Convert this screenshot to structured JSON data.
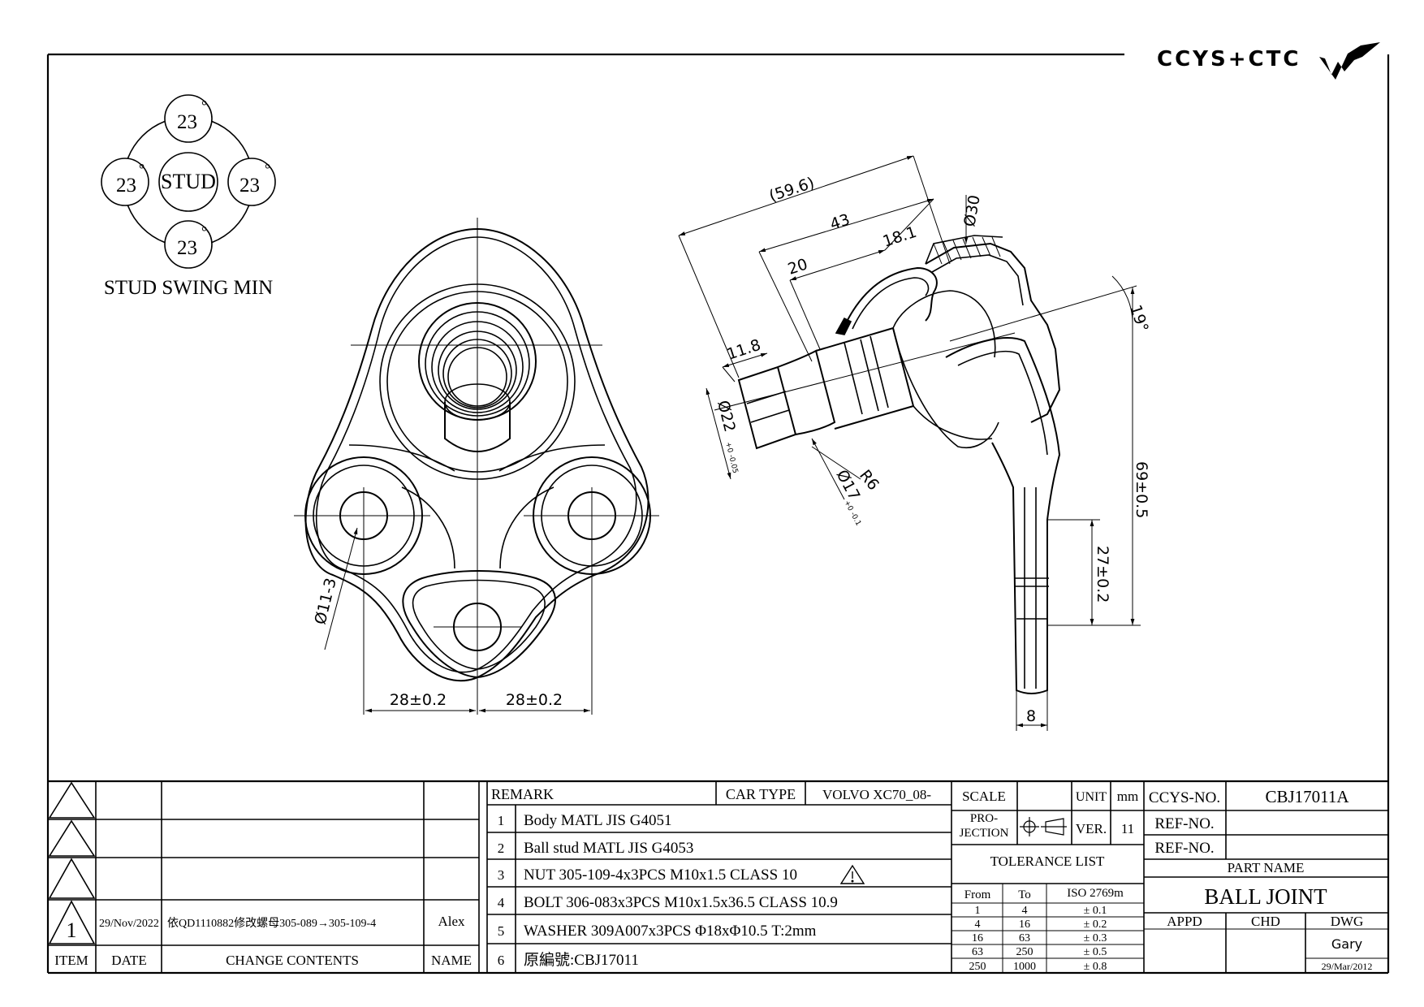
{
  "logo": {
    "text": "CCYS+CTC"
  },
  "swing": {
    "title": "STUD SWING MIN",
    "center": "STUD",
    "values": [
      "23",
      "23",
      "23",
      "23"
    ],
    "degree": "°"
  },
  "dims": {
    "d1": "(59.6)",
    "d2": "43",
    "d3": "18.1",
    "d4": "20",
    "d5": "11.8",
    "d6": "Ø30",
    "d7": "19°",
    "d8": "69±0.5",
    "d9": "27±0.2",
    "d10": "8",
    "d11": "R6",
    "d12": "Ø22",
    "d12_tol": "+0 -0.05",
    "d13": "Ø17",
    "d13_tol": "+0 -0.1",
    "d14": "Ø11-3",
    "d15": "28±0.2",
    "d16": "28±0.2"
  },
  "revisions": {
    "rows": [
      {
        "item": "",
        "date": "",
        "contents": "",
        "name": ""
      },
      {
        "item": "",
        "date": "",
        "contents": "",
        "name": ""
      },
      {
        "item": "",
        "date": "",
        "contents": "",
        "name": ""
      },
      {
        "item": "1",
        "date": "29/Nov/2022",
        "contents": "依QD1110882修改螺母305-089→305-109-4",
        "name": "Alex"
      }
    ],
    "headers": {
      "item": "ITEM",
      "date": "DATE",
      "contents": "CHANGE CONTENTS",
      "name": "NAME"
    }
  },
  "remark": {
    "title": "REMARK",
    "car_type_label": "CAR TYPE",
    "car_type": "VOLVO XC70_08-",
    "items": [
      {
        "no": "1",
        "text": "Body MATL JIS G4051"
      },
      {
        "no": "2",
        "text": "Ball stud MATL JIS G4053"
      },
      {
        "no": "3",
        "text": "NUT 305-109-4x3PCS M10x1.5 CLASS 10"
      },
      {
        "no": "4",
        "text": "BOLT 306-083x3PCS M10x1.5x36.5 CLASS 10.9"
      },
      {
        "no": "5",
        "text": "WASHER 309A007x3PCS Φ18xΦ10.5 T:2mm"
      },
      {
        "no": "6",
        "text": "原編號:CBJ17011"
      }
    ]
  },
  "title_block": {
    "scale_label": "SCALE",
    "scale": "",
    "unit_label": "UNIT",
    "unit": "mm",
    "projection_label": "PRO- JECTION",
    "ver_label": "VER.",
    "ver": "11",
    "ccys_label": "CCYS-NO.",
    "ccys_no": "CBJ17011A",
    "ref1_label": "REF-NO.",
    "ref1": "",
    "ref2_label": "REF-NO.",
    "ref2": "",
    "part_name_label": "PART NAME",
    "part_name": "BALL JOINT",
    "appd_label": "APPD",
    "chd_label": "CHD",
    "dwg_label": "DWG",
    "dwg": "Gary",
    "dwg_date": "29/Mar/2012"
  },
  "tolerance": {
    "title": "TOLERANCE LIST",
    "headers": [
      "From",
      "To",
      "ISO 2769m"
    ],
    "rows": [
      [
        "1",
        "4",
        "± 0.1"
      ],
      [
        "4",
        "16",
        "± 0.2"
      ],
      [
        "16",
        "63",
        "± 0.3"
      ],
      [
        "63",
        "250",
        "± 0.5"
      ],
      [
        "250",
        "1000",
        "± 0.8"
      ]
    ]
  }
}
